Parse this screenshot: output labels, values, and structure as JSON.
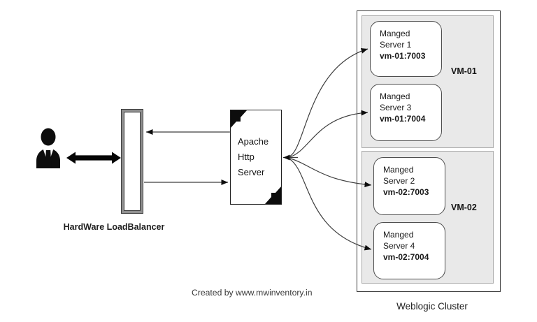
{
  "diagram": {
    "user": {
      "icon": "person-icon"
    },
    "load_balancer": {
      "label": "HardWare LoadBalancer"
    },
    "web_server": {
      "label": "Apache Http Server"
    },
    "cluster": {
      "title": "Weblogic Cluster",
      "vms": [
        {
          "name": "VM-01",
          "servers": [
            {
              "name": "Manged Server 1",
              "address": "vm-01:7003"
            },
            {
              "name": "Manged Server 3",
              "address": "vm-01:7004"
            }
          ]
        },
        {
          "name": "VM-02",
          "servers": [
            {
              "name": "Manged Server 2",
              "address": "vm-02:7003"
            },
            {
              "name": "Manged Server 4",
              "address": "vm-02:7004"
            }
          ]
        }
      ]
    },
    "credit": "Created by www.mwinventory.in",
    "colors": {
      "line": "#3f3f3f",
      "arrow_fill": "#0d0d0d",
      "panel_fill": "#e9e9e9",
      "panel_border": "#ababab",
      "box_border": "#4f4f4f"
    }
  }
}
